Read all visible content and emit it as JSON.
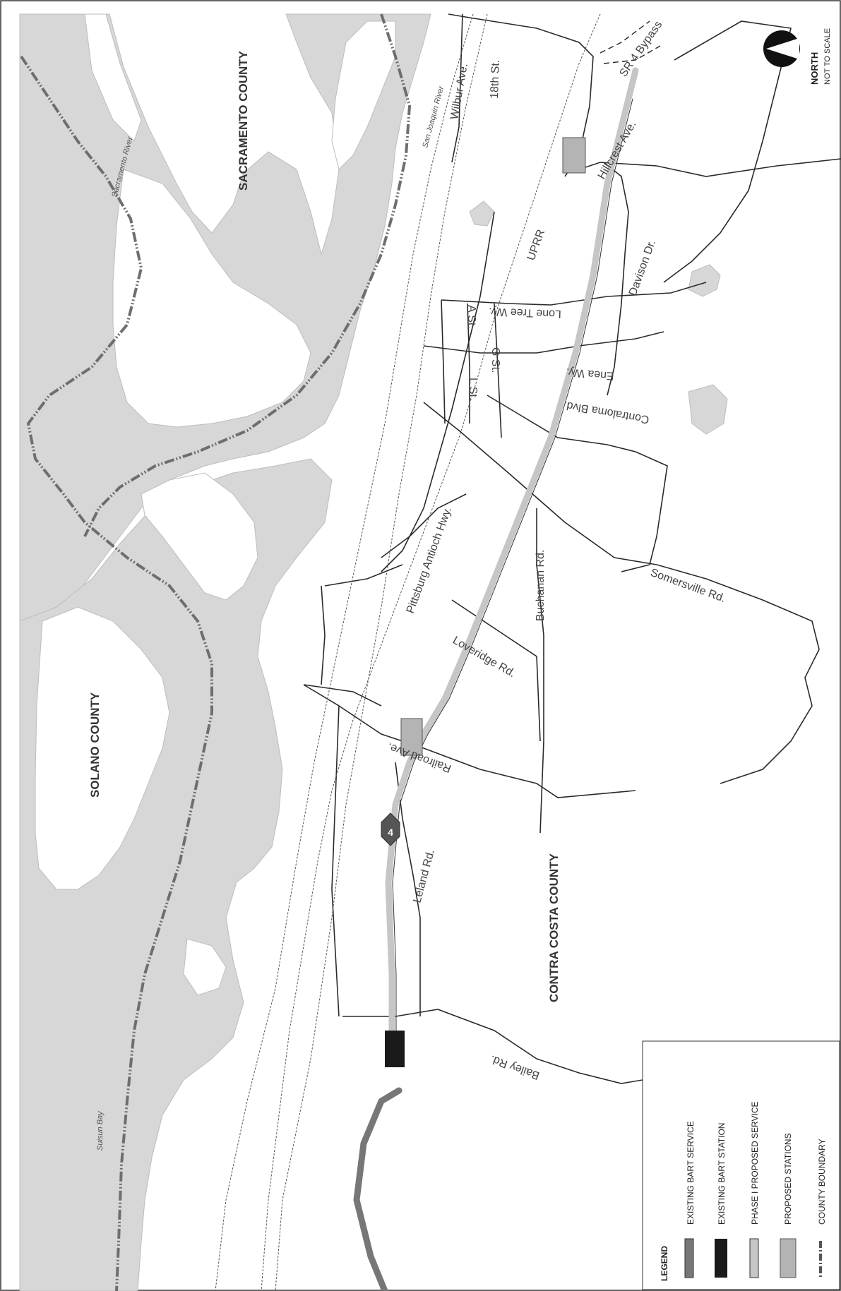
{
  "counties": {
    "sacramento": "SACRAMENTO COUNTY",
    "solano": "SOLANO COUNTY",
    "contra_costa": "CONTRA COSTA COUNTY"
  },
  "water": {
    "sacramento_river": "Sacramento River",
    "san_joaquin_river": "San Joaquin River",
    "suisun_bay": "Suisun Bay"
  },
  "roads": {
    "wilbur": "Wilbur Ave.",
    "eighteenth": "18th St.",
    "sr4_bypass": "SR 4 Bypass",
    "hillcrest": "Hillcrest Ave.",
    "davison": "Davison Dr.",
    "uprr": "UPRR",
    "a_st": "A St.",
    "lone_tree": "Lone Tree Wy.",
    "g_st": "G St.",
    "enea": "Enea Wy.",
    "l_st": "L St.",
    "contraloma": "Contraloma Blvd.",
    "pittsburg_antioch": "Pittsburg Antioch Hwy.",
    "buchanan": "Buchanan Rd.",
    "somersville": "Somersville Rd.",
    "loveridge": "Loveridge Rd.",
    "railroad": "Railroad Ave.",
    "leland": "Leland Rd.",
    "bailey": "Bailey Rd."
  },
  "shield": {
    "route": "4"
  },
  "north": {
    "label": "NORTH",
    "scale_note": "NOT TO SCALE"
  },
  "legend": {
    "title": "LEGEND",
    "items": [
      {
        "label": "EXISTING BART SERVICE",
        "icon": "existing-service-swatch",
        "color": "#777777"
      },
      {
        "label": "EXISTING BART STATION",
        "icon": "existing-station-swatch",
        "color": "#1a1a1a"
      },
      {
        "label": "PHASE I PROPOSED SERVICE",
        "icon": "proposed-service-swatch",
        "color": "#c6c6c6"
      },
      {
        "label": "PROPOSED STATIONS",
        "icon": "proposed-station-swatch",
        "color": "#b4b4b4"
      },
      {
        "label": "COUNTY BOUNDARY",
        "icon": "county-boundary-swatch",
        "color": "#555555"
      }
    ]
  },
  "colors": {
    "water": "#d7d7d7",
    "road": "#2a2a2a",
    "boundary": "#6e6e6e"
  }
}
